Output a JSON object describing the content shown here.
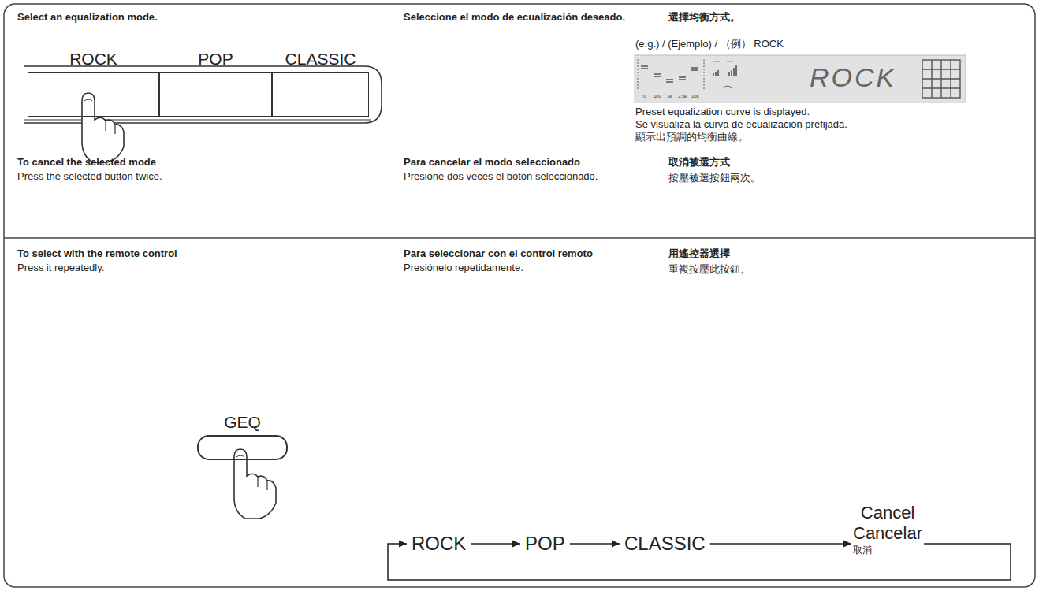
{
  "diagram": {
    "nodes": [
      {
        "text": [
          "ROCK"
        ]
      },
      {
        "text": [
          "POP"
        ]
      },
      {
        "text": [
          "CLASSIC"
        ]
      },
      {
        "text": [
          "ROCK"
        ]
      },
      {
        "text": [
          "GEQ"
        ]
      },
      {
        "text": [
          "ROCK"
        ]
      },
      {
        "text": [
          "POP"
        ]
      },
      {
        "text": [
          "CLASSIC"
        ]
      },
      {
        "text": [
          "Cancel",
          "Cancelar",
          "取消"
        ]
      }
    ],
    "edges": [
      {
        "from": 5,
        "to": 6,
        "arrow": "to"
      },
      {
        "from": 6,
        "to": 7,
        "arrow": "to"
      },
      {
        "from": 7,
        "to": 8,
        "arrow": "to"
      },
      {
        "from": 8,
        "to": 5,
        "arrow": "to"
      }
    ],
    "labels": [
      "Select an equalization mode.",
      "Seleccione el modo de ecualización deseado.",
      "選擇均衡方式。",
      "(e.g.) / (Ejemplo) / （例） ROCK",
      "Preset equalization curve is displayed.",
      "Se visualiza la curva de ecualización prefijada.",
      "顯示出預調的均衡曲線。",
      "To cancel the selected mode",
      "Press the selected button twice.",
      "Para cancelar el modo seleccionado",
      "Presione dos veces el botón seleccionado.",
      "取消被選方式",
      "按壓被選按鈕兩次。",
      "To select with the remote control",
      "Press it repeatedly.",
      "Para seleccionar con el control remoto",
      "Presiónelo repetidamente.",
      "用遙控器選擇",
      "重複按壓此按鈕。",
      "70",
      "180",
      "1k",
      "3.5k",
      "10k"
    ]
  }
}
